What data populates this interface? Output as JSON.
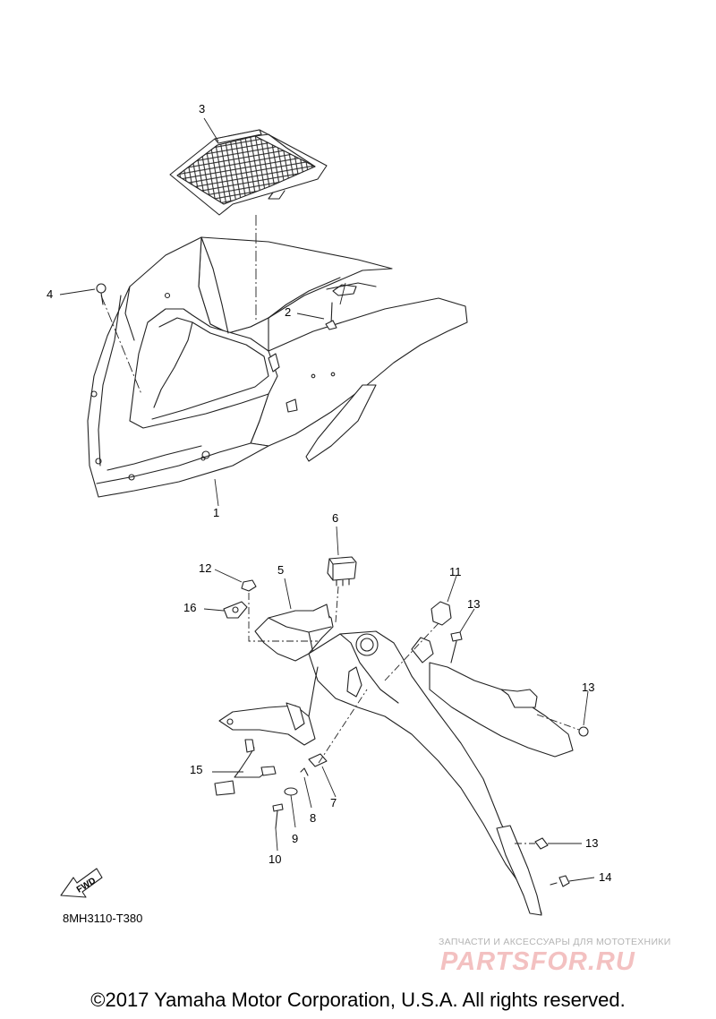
{
  "parts": [
    {
      "id": "part-1",
      "label": "1"
    },
    {
      "id": "part-2",
      "label": "2"
    },
    {
      "id": "part-3",
      "label": "3"
    },
    {
      "id": "part-4",
      "label": "4"
    },
    {
      "id": "part-5",
      "label": "5"
    },
    {
      "id": "part-6",
      "label": "6"
    },
    {
      "id": "part-7",
      "label": "7"
    },
    {
      "id": "part-8",
      "label": "8"
    },
    {
      "id": "part-9",
      "label": "9"
    },
    {
      "id": "part-10",
      "label": "10"
    },
    {
      "id": "part-11",
      "label": "11"
    },
    {
      "id": "part-12",
      "label": "12"
    },
    {
      "id": "part-13a",
      "label": "13"
    },
    {
      "id": "part-13b",
      "label": "13"
    },
    {
      "id": "part-13c",
      "label": "13"
    },
    {
      "id": "part-14",
      "label": "14"
    },
    {
      "id": "part-15",
      "label": "15"
    },
    {
      "id": "part-16",
      "label": "16"
    }
  ],
  "fwd_label": "FWD",
  "diagram_code": "8MH3110-T380",
  "watermark": {
    "tagline": "ЗАПЧАСТИ И АКСЕССУАРЫ ДЛЯ МОТОТЕХНИКИ",
    "logo": "PARTSFOR.RU"
  },
  "copyright": "©2017 Yamaha Motor Corporation, U.S.A. All rights reserved."
}
